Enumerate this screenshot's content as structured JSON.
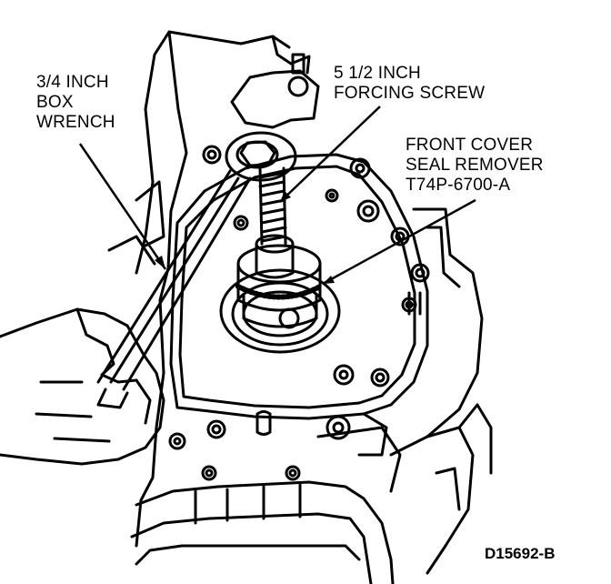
{
  "labels": {
    "wrench": [
      "3/4 INCH",
      "BOX",
      "WRENCH"
    ],
    "screw": [
      "5 1/2 INCH",
      "FORCING SCREW"
    ],
    "remover": [
      "FRONT COVER",
      "SEAL REMOVER",
      "T74P-6700-A"
    ]
  },
  "figure_id": "D15692-B",
  "colors": {
    "ink": "#000000",
    "paper": "#ffffff"
  }
}
